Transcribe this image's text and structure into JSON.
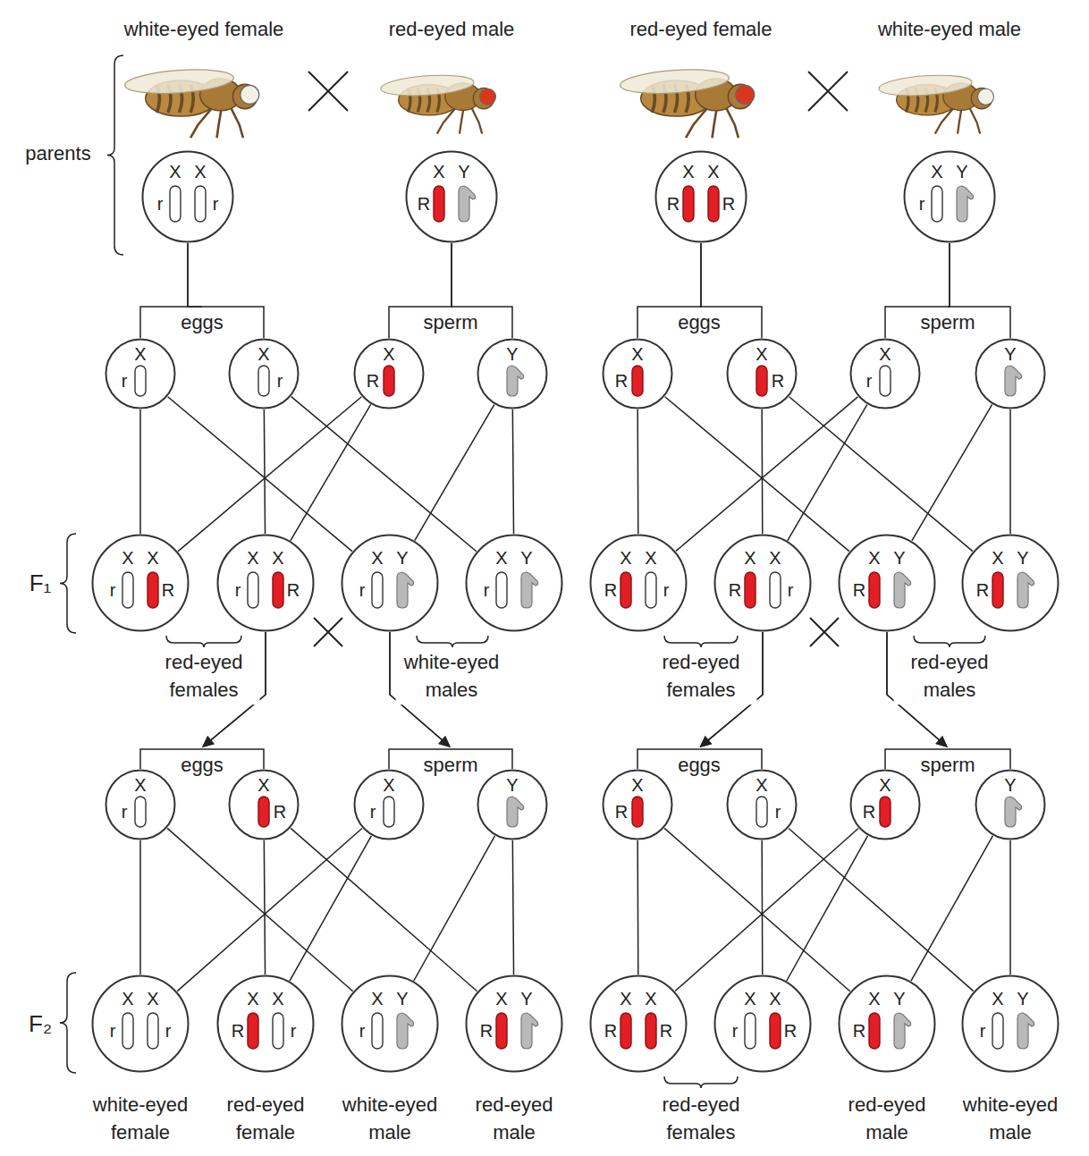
{
  "diagram": {
    "nodes": [
      {
        "text": [
          "X",
          "X",
          "r",
          "r"
        ]
      },
      {
        "text": [
          "X",
          "Y",
          "R"
        ]
      },
      {
        "text": [
          "X",
          "r"
        ]
      },
      {
        "text": [
          "X",
          "r"
        ]
      },
      {
        "text": [
          "X",
          "R"
        ]
      },
      {
        "text": [
          "Y"
        ]
      },
      {
        "text": [
          "X",
          "X",
          "r",
          "R"
        ]
      },
      {
        "text": [
          "X",
          "X",
          "r",
          "R"
        ]
      },
      {
        "text": [
          "X",
          "Y",
          "r"
        ]
      },
      {
        "text": [
          "X",
          "Y",
          "r"
        ]
      },
      {
        "text": [
          "X",
          "r"
        ]
      },
      {
        "text": [
          "X",
          "R"
        ]
      },
      {
        "text": [
          "X",
          "r"
        ]
      },
      {
        "text": [
          "Y"
        ]
      },
      {
        "text": [
          "X",
          "X",
          "r",
          "r"
        ]
      },
      {
        "text": [
          "X",
          "X",
          "R",
          "r"
        ]
      },
      {
        "text": [
          "X",
          "Y",
          "r"
        ]
      },
      {
        "text": [
          "X",
          "Y",
          "R"
        ]
      },
      {
        "text": [
          "X",
          "X",
          "R",
          "R"
        ]
      },
      {
        "text": [
          "X",
          "Y",
          "r"
        ]
      },
      {
        "text": [
          "X",
          "R"
        ]
      },
      {
        "text": [
          "X",
          "R"
        ]
      },
      {
        "text": [
          "X",
          "r"
        ]
      },
      {
        "text": [
          "Y"
        ]
      },
      {
        "text": [
          "X",
          "X",
          "R",
          "r"
        ]
      },
      {
        "text": [
          "X",
          "X",
          "R",
          "r"
        ]
      },
      {
        "text": [
          "X",
          "Y",
          "R"
        ]
      },
      {
        "text": [
          "X",
          "Y",
          "R"
        ]
      },
      {
        "text": [
          "X",
          "R"
        ]
      },
      {
        "text": [
          "X",
          "r"
        ]
      },
      {
        "text": [
          "X",
          "R"
        ]
      },
      {
        "text": [
          "Y"
        ]
      },
      {
        "text": [
          "X",
          "X",
          "R",
          "R"
        ]
      },
      {
        "text": [
          "X",
          "X",
          "r",
          "R"
        ]
      },
      {
        "text": [
          "X",
          "Y",
          "R"
        ]
      },
      {
        "text": [
          "X",
          "Y",
          "r"
        ]
      }
    ],
    "edges": [
      {
        "from": 0,
        "to": 2,
        "arrow": "none"
      },
      {
        "from": 0,
        "to": 3,
        "arrow": "none"
      },
      {
        "from": 1,
        "to": 4,
        "arrow": "none"
      },
      {
        "from": 1,
        "to": 5,
        "arrow": "none"
      },
      {
        "from": 2,
        "to": 6,
        "arrow": "none"
      },
      {
        "from": 2,
        "to": 8,
        "arrow": "none"
      },
      {
        "from": 3,
        "to": 7,
        "arrow": "none"
      },
      {
        "from": 3,
        "to": 9,
        "arrow": "none"
      },
      {
        "from": 4,
        "to": 6,
        "arrow": "none"
      },
      {
        "from": 4,
        "to": 7,
        "arrow": "none"
      },
      {
        "from": 5,
        "to": 8,
        "arrow": "none"
      },
      {
        "from": 5,
        "to": 9,
        "arrow": "none"
      },
      {
        "from": 7,
        "to": 10,
        "arrow": "to"
      },
      {
        "from": 7,
        "to": 11,
        "arrow": "to"
      },
      {
        "from": 8,
        "to": 12,
        "arrow": "to"
      },
      {
        "from": 8,
        "to": 13,
        "arrow": "to"
      },
      {
        "from": 10,
        "to": 14,
        "arrow": "none"
      },
      {
        "from": 10,
        "to": 16,
        "arrow": "none"
      },
      {
        "from": 11,
        "to": 15,
        "arrow": "none"
      },
      {
        "from": 11,
        "to": 17,
        "arrow": "none"
      },
      {
        "from": 12,
        "to": 14,
        "arrow": "none"
      },
      {
        "from": 12,
        "to": 15,
        "arrow": "none"
      },
      {
        "from": 13,
        "to": 16,
        "arrow": "none"
      },
      {
        "from": 13,
        "to": 17,
        "arrow": "none"
      },
      {
        "from": 18,
        "to": 20,
        "arrow": "none"
      },
      {
        "from": 18,
        "to": 21,
        "arrow": "none"
      },
      {
        "from": 19,
        "to": 22,
        "arrow": "none"
      },
      {
        "from": 19,
        "to": 23,
        "arrow": "none"
      },
      {
        "from": 20,
        "to": 24,
        "arrow": "none"
      },
      {
        "from": 20,
        "to": 26,
        "arrow": "none"
      },
      {
        "from": 21,
        "to": 25,
        "arrow": "none"
      },
      {
        "from": 21,
        "to": 27,
        "arrow": "none"
      },
      {
        "from": 22,
        "to": 24,
        "arrow": "none"
      },
      {
        "from": 22,
        "to": 25,
        "arrow": "none"
      },
      {
        "from": 23,
        "to": 26,
        "arrow": "none"
      },
      {
        "from": 23,
        "to": 27,
        "arrow": "none"
      },
      {
        "from": 25,
        "to": 28,
        "arrow": "to"
      },
      {
        "from": 25,
        "to": 29,
        "arrow": "to"
      },
      {
        "from": 26,
        "to": 30,
        "arrow": "to"
      },
      {
        "from": 26,
        "to": 31,
        "arrow": "to"
      },
      {
        "from": 28,
        "to": 32,
        "arrow": "none"
      },
      {
        "from": 28,
        "to": 34,
        "arrow": "none"
      },
      {
        "from": 29,
        "to": 33,
        "arrow": "none"
      },
      {
        "from": 29,
        "to": 35,
        "arrow": "none"
      },
      {
        "from": 30,
        "to": 32,
        "arrow": "none"
      },
      {
        "from": 30,
        "to": 33,
        "arrow": "none"
      },
      {
        "from": 31,
        "to": 34,
        "arrow": "none"
      },
      {
        "from": 31,
        "to": 35,
        "arrow": "none"
      }
    ],
    "labels": [
      "white-eyed female",
      "red-eyed male",
      "red-eyed female",
      "white-eyed male",
      "parents",
      "eggs",
      "sperm",
      "eggs",
      "sperm",
      "F₁",
      "red-eyed females",
      "white-eyed males",
      "red-eyed females",
      "red-eyed males",
      "eggs",
      "sperm",
      "eggs",
      "sperm",
      "F₂",
      "white-eyed female",
      "red-eyed female",
      "white-eyed male",
      "red-eyed male",
      "red-eyed females",
      "red-eyed male",
      "white-eyed male"
    ]
  }
}
